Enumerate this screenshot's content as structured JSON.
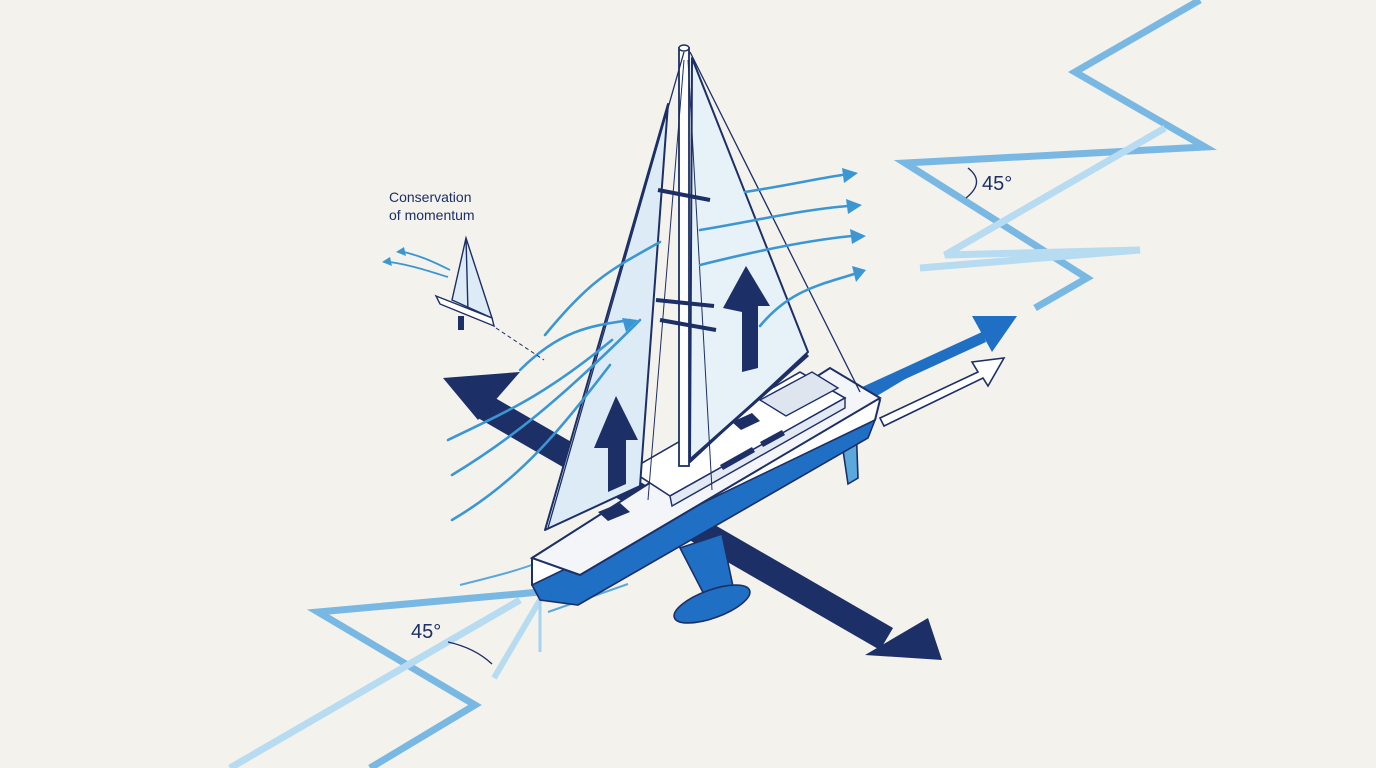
{
  "diagram": {
    "inset_label_line1": "Conservation",
    "inset_label_line2": "of momentum",
    "angle_label_top": "45°",
    "angle_label_bottom": "45°"
  },
  "colors": {
    "background": "#f4f2ec",
    "navy": "#1c2f66",
    "royal_blue": "#1f6fc4",
    "sky_blue": "#5aa8dc",
    "pale_blue": "#a9d2ee",
    "sail_fill": "#dcebf5",
    "deck_fill": "#f3f5f8"
  },
  "icons": {
    "inset": "small-sailboat-icon",
    "thrust": "up-arrow-icon",
    "heading": "forward-arrow-icon",
    "keel_force": "lateral-force-arrow-icon"
  }
}
